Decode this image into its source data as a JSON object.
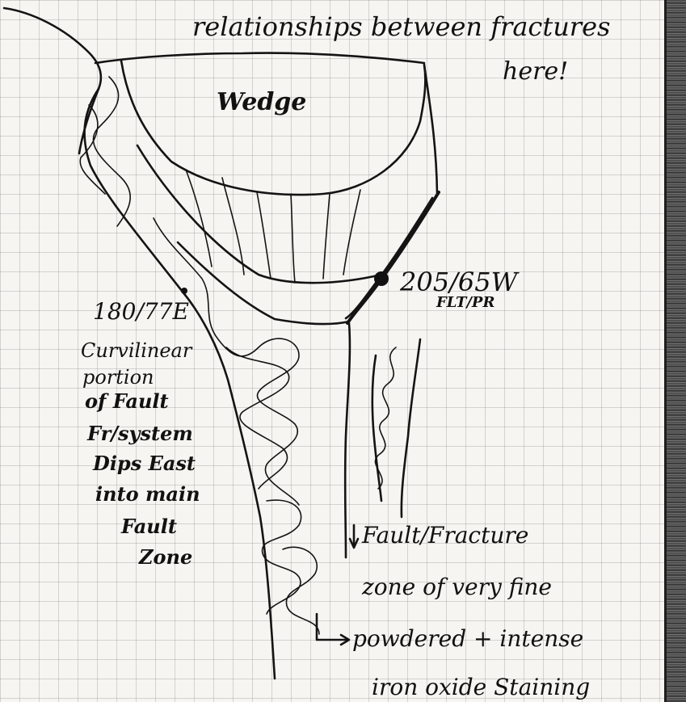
{
  "header_note": {
    "line1": "relationships between fractures",
    "line2": "here!"
  },
  "labels": {
    "wedge": "Wedge",
    "measurement_right_1": "205/65W",
    "measurement_right_2": "FLT/PR",
    "measurement_left": "180/77E",
    "left_note_lines": [
      "Curvilinear",
      "portion",
      "of Fault",
      "Fr/system",
      "Dips East",
      "into main",
      "Fault",
      "Zone"
    ],
    "bottom_note_lines": [
      "Fault/Fracture",
      "zone of very fine",
      "powdered + intense",
      "iron oxide Staining"
    ]
  }
}
